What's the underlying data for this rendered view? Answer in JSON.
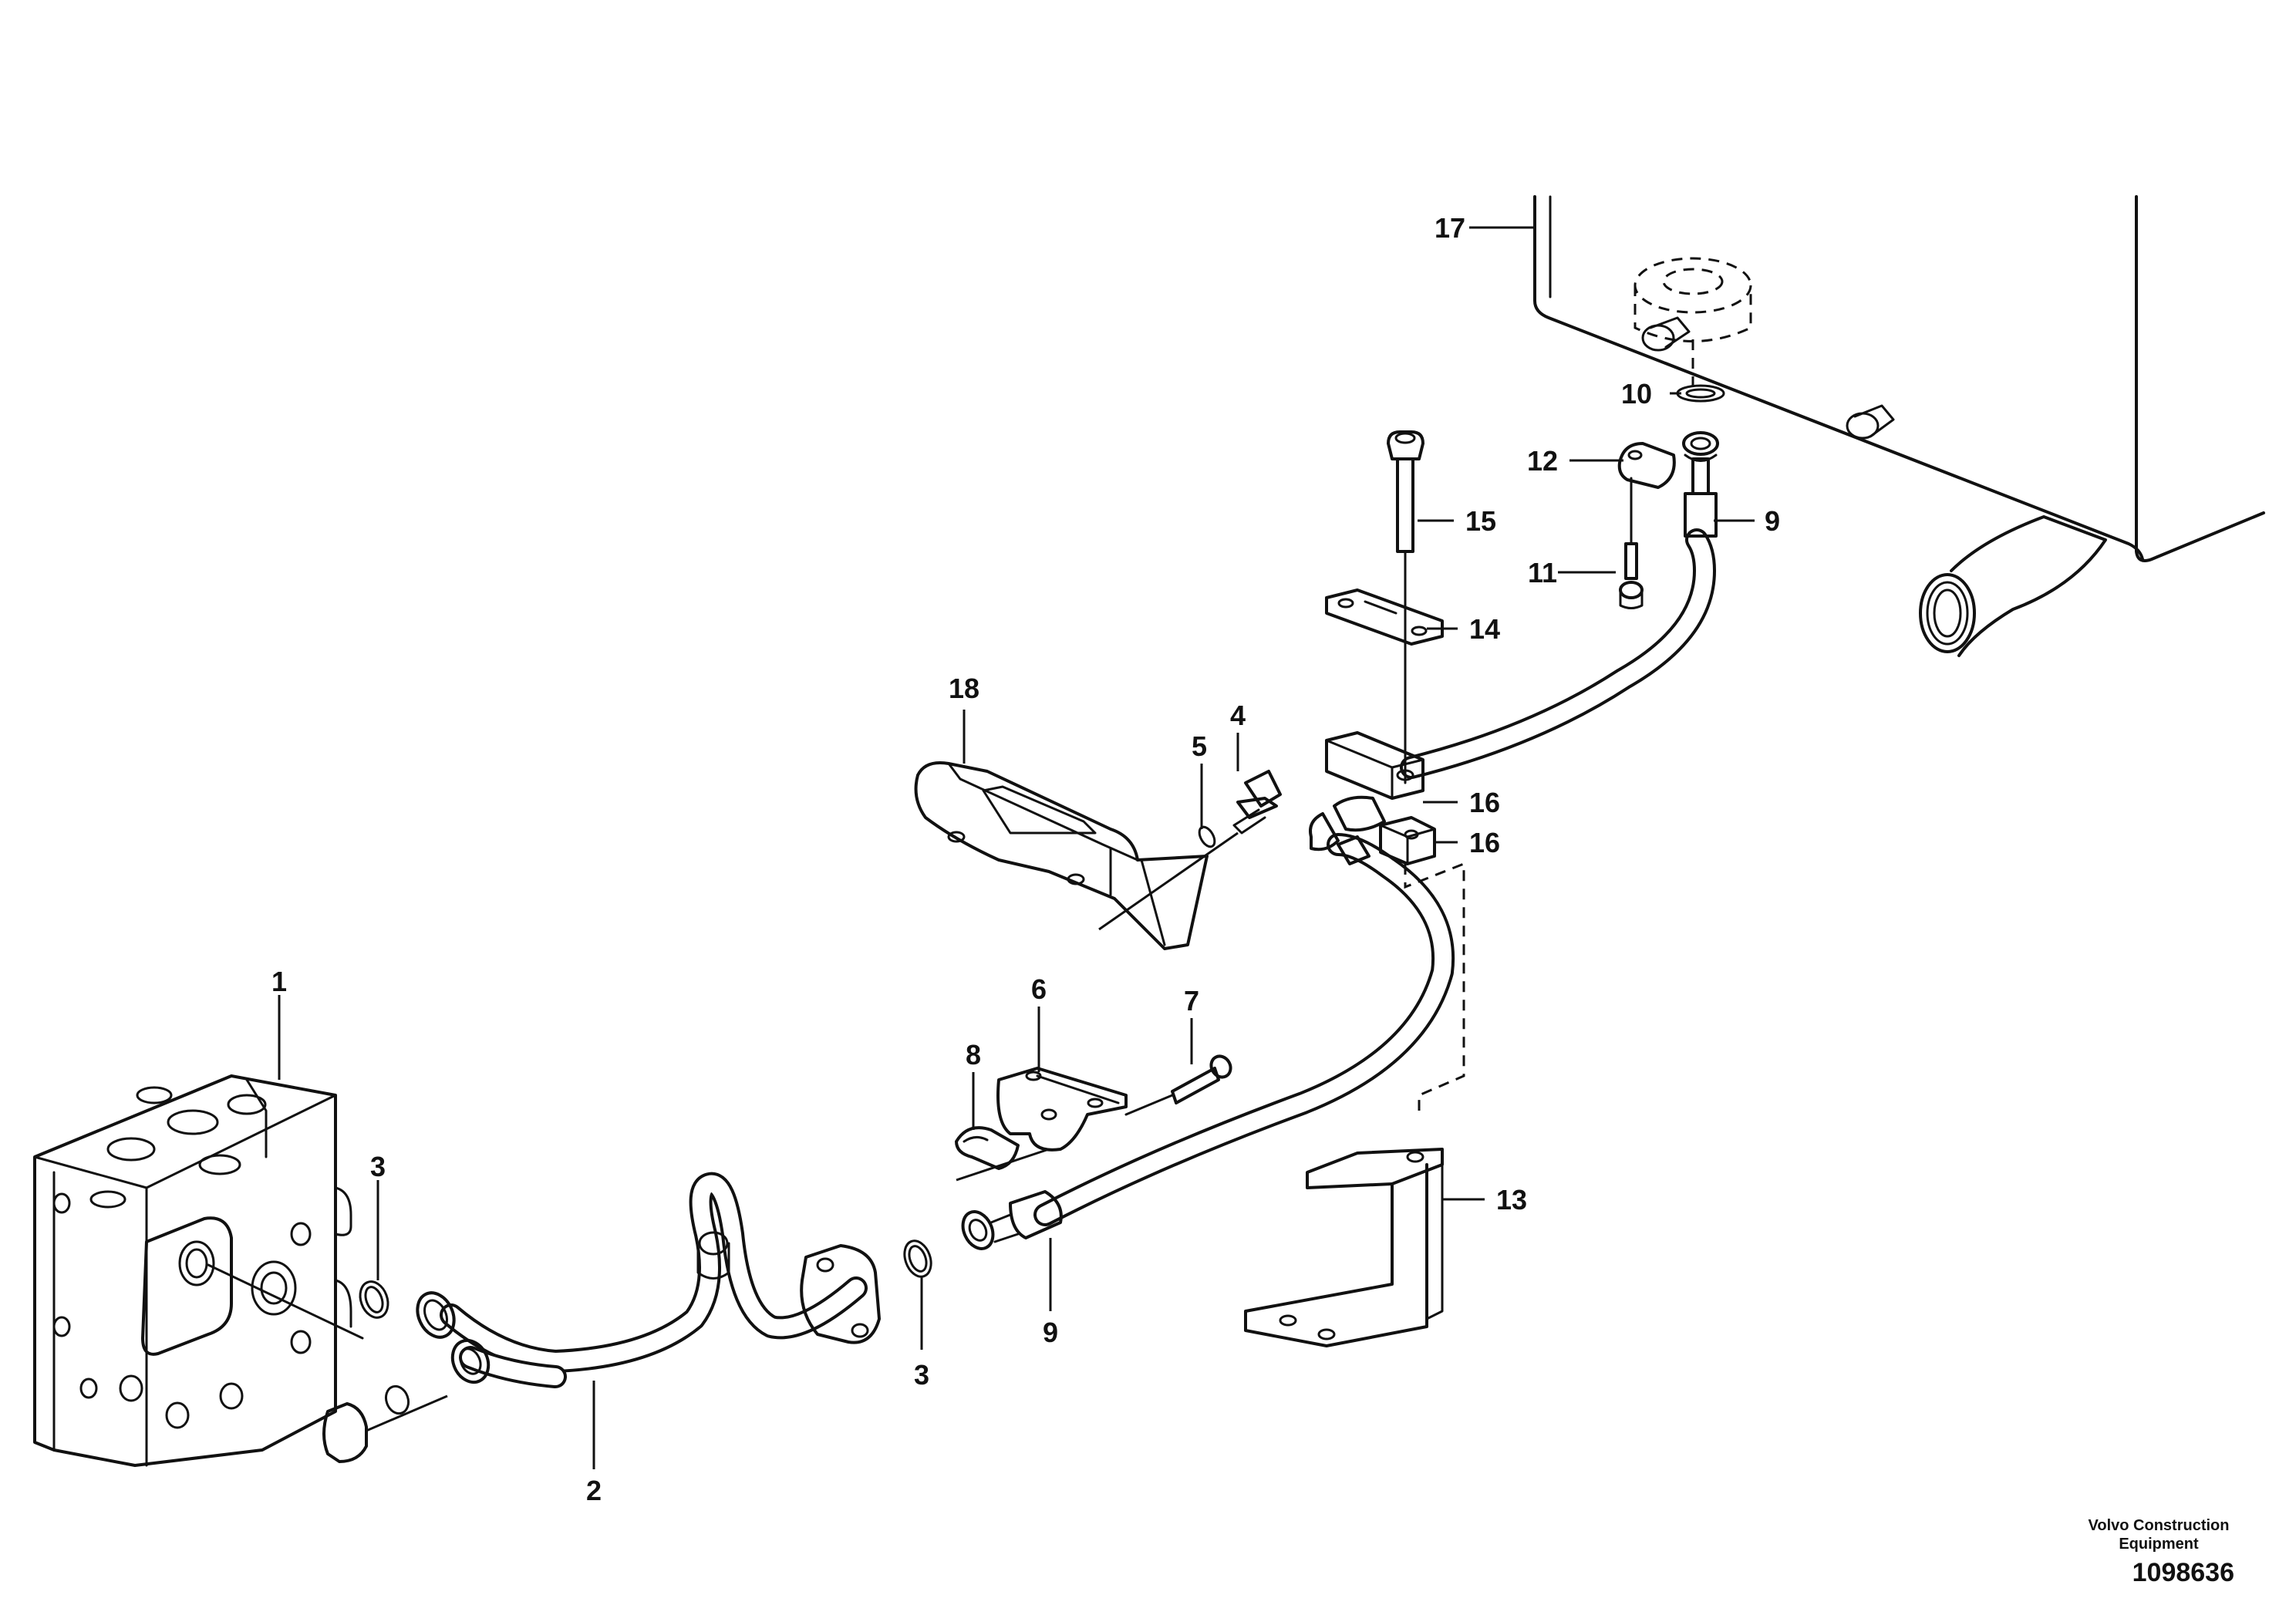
{
  "callouts": {
    "c1": "1",
    "c2": "2",
    "c3a": "3",
    "c3b": "3",
    "c4": "4",
    "c5": "5",
    "c6": "6",
    "c7": "7",
    "c8": "8",
    "c9a": "9",
    "c9b": "9",
    "c10": "10",
    "c11": "11",
    "c12": "12",
    "c13": "13",
    "c14": "14",
    "c15": "15",
    "c16a": "16",
    "c16b": "16",
    "c17": "17",
    "c18": "18"
  },
  "caption": {
    "company": "Volvo Construction Equipment",
    "drawing_number": "1098636"
  }
}
